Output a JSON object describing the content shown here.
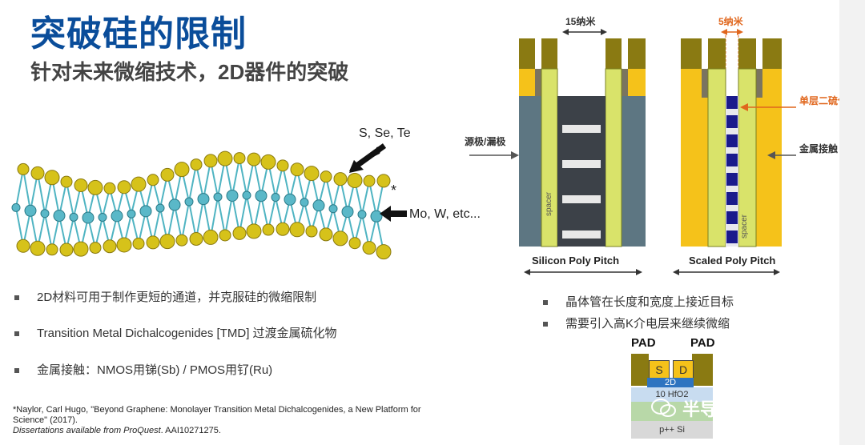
{
  "slide": {
    "title": "突破硅的限制",
    "subtitle": "针对未来微缩技术，2D器件的突破"
  },
  "crystal": {
    "label_chalcogen": "S, Se, Te",
    "label_metal": "Mo, W, etc...",
    "asterisk": "*"
  },
  "bullets_left": [
    "2D材料可用于制作更短的通道，并克服硅的微缩限制",
    "Transition Metal Dichalcogenides [TMD] 过渡金属硫化物",
    "金属接触：NMOS用锑(Sb) / PMOS用钌(Ru)"
  ],
  "footnote": {
    "line1": "*Naylor, Carl Hugo, \"Beyond Graphene: Monolayer Transition Metal Dichalcogenides, a New Platform for",
    "line2": "Science\" (2017).",
    "line3_italic": "Dissertations available from ProQuest",
    "line3_rest": ". AAI10271275."
  },
  "transistor_left": {
    "top_dim": "15纳米",
    "side_label": "源极/漏极",
    "spacer": "spacer",
    "pitch": "Silicon Poly Pitch"
  },
  "transistor_right": {
    "top_dim": "5纳米",
    "label_mos2": "单层二硫化钼",
    "label_contact": "金属接触",
    "spacer": "spacer",
    "pitch": "Scaled Poly Pitch"
  },
  "bullets_right": [
    "晶体管在长度和宽度上接近目标",
    "需要引入高K介电层来继续微缩"
  ],
  "device": {
    "pad_left": "PAD",
    "pad_right": "PAD",
    "source": "S",
    "drain": "D",
    "channel": "2D",
    "dielectric": "10 HfO2",
    "substrate": "p++ Si"
  },
  "watermark": "半导体行业观察",
  "colors": {
    "title_blue": "#0a4d9a",
    "gate_yellow": "#d9e36a",
    "contact_gold": "#f5c21a",
    "cap_olive": "#8a7a12",
    "sd_gray": "#5d7682",
    "channel_navy": "#1a1a8c",
    "accent_orange": "#e0661c"
  }
}
